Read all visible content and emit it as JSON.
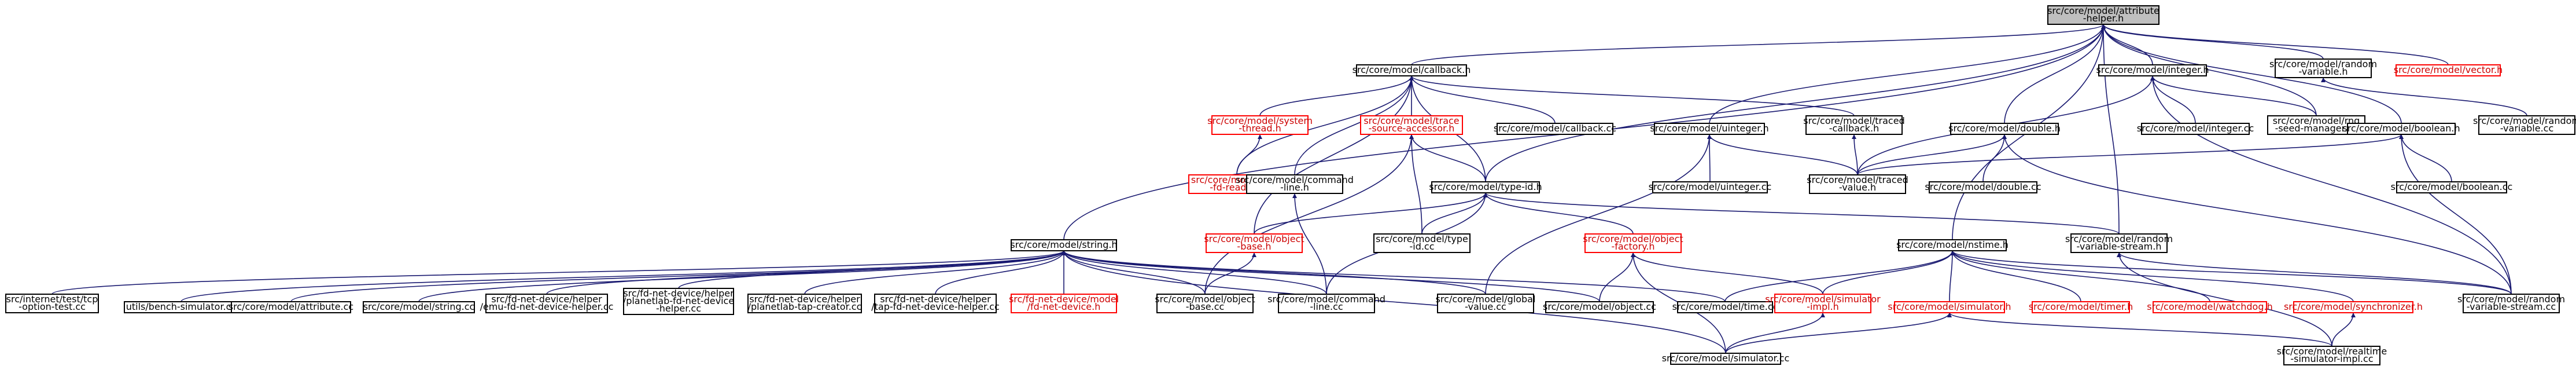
{
  "colors": {
    "edge": "#191970",
    "normal_border": "#000000",
    "link_border": "#ff0000",
    "root_fill": "#bfbfbf",
    "node_fill": "#ffffff",
    "link_text": "#cc0000",
    "text": "#000000"
  },
  "diagram": {
    "nodes": [
      {
        "id": "root",
        "lines": [
          "src/core/model/attribute",
          "-helper.h"
        ],
        "style": "root"
      },
      {
        "id": "callback_h",
        "lines": [
          "src/core/model/callback.h"
        ],
        "style": "normal"
      },
      {
        "id": "integer_h",
        "lines": [
          "src/core/model/integer.h"
        ],
        "style": "normal"
      },
      {
        "id": "random_variable_h",
        "lines": [
          "src/core/model/random",
          "-variable.h"
        ],
        "style": "normal"
      },
      {
        "id": "vector_h",
        "lines": [
          "src/core/model/vector.h"
        ],
        "style": "link"
      },
      {
        "id": "random_variable_cc",
        "lines": [
          "src/core/model/random",
          "-variable.cc"
        ],
        "style": "normal"
      },
      {
        "id": "system_thread_h",
        "lines": [
          "src/core/model/system",
          "-thread.h"
        ],
        "style": "link"
      },
      {
        "id": "trace_source_accessor_h",
        "lines": [
          "src/core/model/trace",
          "-source-accessor.h"
        ],
        "style": "link"
      },
      {
        "id": "callback_cc",
        "lines": [
          "src/core/model/callback.cc"
        ],
        "style": "normal"
      },
      {
        "id": "uinteger_h",
        "lines": [
          "src/core/model/uinteger.h"
        ],
        "style": "normal"
      },
      {
        "id": "traced_callback_h",
        "lines": [
          "src/core/model/traced",
          "-callback.h"
        ],
        "style": "normal"
      },
      {
        "id": "double_h",
        "lines": [
          "src/core/model/double.h"
        ],
        "style": "normal"
      },
      {
        "id": "integer_cc",
        "lines": [
          "src/core/model/integer.cc"
        ],
        "style": "normal"
      },
      {
        "id": "rng_seed_manager_cc",
        "lines": [
          "src/core/model/rng",
          "-seed-manager.cc"
        ],
        "style": "normal"
      },
      {
        "id": "boolean_h",
        "lines": [
          "src/core/model/boolean.h"
        ],
        "style": "normal"
      },
      {
        "id": "unix_fd_reader_h",
        "lines": [
          "src/core/model/unix",
          "-fd-reader.h"
        ],
        "style": "link"
      },
      {
        "id": "command_line_h",
        "lines": [
          "src/core/model/command",
          "-line.h"
        ],
        "style": "normal"
      },
      {
        "id": "type_id_h",
        "lines": [
          "src/core/model/type-id.h"
        ],
        "style": "normal"
      },
      {
        "id": "uinteger_cc",
        "lines": [
          "src/core/model/uinteger.cc"
        ],
        "style": "normal"
      },
      {
        "id": "traced_value_h",
        "lines": [
          "src/core/model/traced",
          "-value.h"
        ],
        "style": "normal"
      },
      {
        "id": "double_cc",
        "lines": [
          "src/core/model/double.cc"
        ],
        "style": "normal"
      },
      {
        "id": "boolean_cc",
        "lines": [
          "src/core/model/boolean.cc"
        ],
        "style": "normal"
      },
      {
        "id": "random_variable_stream_h",
        "lines": [
          "src/core/model/random",
          "-variable-stream.h"
        ],
        "style": "normal"
      },
      {
        "id": "string_h",
        "lines": [
          "src/core/model/string.h"
        ],
        "style": "normal"
      },
      {
        "id": "object_base_h",
        "lines": [
          "src/core/model/object",
          "-base.h"
        ],
        "style": "link"
      },
      {
        "id": "type_id_cc",
        "lines": [
          "src/core/model/type",
          "-id.cc"
        ],
        "style": "normal"
      },
      {
        "id": "object_factory_h",
        "lines": [
          "src/core/model/object",
          "-factory.h"
        ],
        "style": "link"
      },
      {
        "id": "nstime_h",
        "lines": [
          "src/core/model/nstime.h"
        ],
        "style": "normal"
      },
      {
        "id": "tcp_option_test_cc",
        "lines": [
          "src/internet/test/tcp",
          "-option-test.cc"
        ],
        "style": "normal"
      },
      {
        "id": "bench_simulator_cc",
        "lines": [
          "utils/bench-simulator.cc"
        ],
        "style": "normal"
      },
      {
        "id": "attribute_cc",
        "lines": [
          "src/core/model/attribute.cc"
        ],
        "style": "normal"
      },
      {
        "id": "string_cc",
        "lines": [
          "src/core/model/string.cc"
        ],
        "style": "normal"
      },
      {
        "id": "emu_fd_helper_cc",
        "lines": [
          "src/fd-net-device/helper",
          "/emu-fd-net-device-helper.cc"
        ],
        "style": "normal"
      },
      {
        "id": "planetlab_fd_helper_cc",
        "lines": [
          "src/fd-net-device/helper",
          "/planetlab-fd-net-device",
          "-helper.cc"
        ],
        "style": "normal"
      },
      {
        "id": "planetlab_tap_creator_cc",
        "lines": [
          "src/fd-net-device/helper",
          "/planetlab-tap-creator.cc"
        ],
        "style": "normal"
      },
      {
        "id": "tap_fd_helper_cc",
        "lines": [
          "src/fd-net-device/helper",
          "/tap-fd-net-device-helper.cc"
        ],
        "style": "normal"
      },
      {
        "id": "fd_net_device_h",
        "lines": [
          "src/fd-net-device/model",
          "/fd-net-device.h"
        ],
        "style": "link"
      },
      {
        "id": "object_base_cc",
        "lines": [
          "src/core/model/object",
          "-base.cc"
        ],
        "style": "normal"
      },
      {
        "id": "command_line_cc",
        "lines": [
          "src/core/model/command",
          "-line.cc"
        ],
        "style": "normal"
      },
      {
        "id": "global_value_cc",
        "lines": [
          "src/core/model/global",
          "-value.cc"
        ],
        "style": "normal"
      },
      {
        "id": "object_cc",
        "lines": [
          "src/core/model/object.cc"
        ],
        "style": "normal"
      },
      {
        "id": "time_cc",
        "lines": [
          "src/core/model/time.cc"
        ],
        "style": "normal"
      },
      {
        "id": "simulator_impl_h",
        "lines": [
          "src/core/model/simulator",
          "-impl.h"
        ],
        "style": "link"
      },
      {
        "id": "simulator_h",
        "lines": [
          "src/core/model/simulator.h"
        ],
        "style": "link"
      },
      {
        "id": "timer_h",
        "lines": [
          "src/core/model/timer.h"
        ],
        "style": "link"
      },
      {
        "id": "watchdog_h",
        "lines": [
          "src/core/model/watchdog.h"
        ],
        "style": "link"
      },
      {
        "id": "synchronizer_h",
        "lines": [
          "src/core/model/synchronizer.h"
        ],
        "style": "link"
      },
      {
        "id": "random_variable_stream_cc",
        "lines": [
          "src/core/model/random",
          "-variable-stream.cc"
        ],
        "style": "normal"
      },
      {
        "id": "simulator_cc",
        "lines": [
          "src/core/model/simulator.cc"
        ],
        "style": "normal"
      },
      {
        "id": "realtime_simulator_impl_cc",
        "lines": [
          "src/core/model/realtime",
          "-simulator-impl.cc"
        ],
        "style": "normal"
      }
    ],
    "edges": [
      [
        "callback_h",
        "root"
      ],
      [
        "integer_h",
        "root"
      ],
      [
        "random_variable_h",
        "root"
      ],
      [
        "vector_h",
        "root"
      ],
      [
        "uinteger_h",
        "root"
      ],
      [
        "double_h",
        "root"
      ],
      [
        "boolean_h",
        "root"
      ],
      [
        "type_id_h",
        "root"
      ],
      [
        "string_h",
        "root"
      ],
      [
        "nstime_h",
        "root"
      ],
      [
        "random_variable_stream_h",
        "root"
      ],
      [
        "rng_seed_manager_cc",
        "root"
      ],
      [
        "random_variable_cc",
        "random_variable_h"
      ],
      [
        "system_thread_h",
        "callback_h"
      ],
      [
        "trace_source_accessor_h",
        "callback_h"
      ],
      [
        "callback_cc",
        "callback_h"
      ],
      [
        "traced_callback_h",
        "callback_h"
      ],
      [
        "unix_fd_reader_h",
        "callback_h"
      ],
      [
        "command_line_h",
        "callback_h"
      ],
      [
        "type_id_h",
        "callback_h"
      ],
      [
        "object_base_h",
        "callback_h"
      ],
      [
        "integer_cc",
        "integer_h"
      ],
      [
        "rng_seed_manager_cc",
        "integer_h"
      ],
      [
        "traced_value_h",
        "integer_h"
      ],
      [
        "random_variable_stream_cc",
        "integer_h"
      ],
      [
        "unix_fd_reader_h",
        "system_thread_h"
      ],
      [
        "type_id_h",
        "trace_source_accessor_h"
      ],
      [
        "type_id_cc",
        "trace_source_accessor_h"
      ],
      [
        "object_base_cc",
        "trace_source_accessor_h"
      ],
      [
        "uinteger_cc",
        "uinteger_h"
      ],
      [
        "traced_value_h",
        "uinteger_h"
      ],
      [
        "global_value_cc",
        "uinteger_h"
      ],
      [
        "traced_value_h",
        "traced_callback_h"
      ],
      [
        "traced_value_h",
        "double_h"
      ],
      [
        "double_cc",
        "double_h"
      ],
      [
        "random_variable_stream_cc",
        "double_h"
      ],
      [
        "traced_value_h",
        "boolean_h"
      ],
      [
        "boolean_cc",
        "boolean_h"
      ],
      [
        "random_variable_stream_cc",
        "boolean_h"
      ],
      [
        "command_line_cc",
        "command_line_h"
      ],
      [
        "object_base_h",
        "type_id_h"
      ],
      [
        "type_id_cc",
        "type_id_h"
      ],
      [
        "object_factory_h",
        "type_id_h"
      ],
      [
        "random_variable_stream_h",
        "type_id_h"
      ],
      [
        "command_line_cc",
        "type_id_h"
      ],
      [
        "random_variable_stream_cc",
        "random_variable_stream_h"
      ],
      [
        "realtime_simulator_impl_cc",
        "random_variable_stream_h"
      ],
      [
        "tcp_option_test_cc",
        "string_h"
      ],
      [
        "bench_simulator_cc",
        "string_h"
      ],
      [
        "attribute_cc",
        "string_h"
      ],
      [
        "string_cc",
        "string_h"
      ],
      [
        "emu_fd_helper_cc",
        "string_h"
      ],
      [
        "planetlab_fd_helper_cc",
        "string_h"
      ],
      [
        "planetlab_tap_creator_cc",
        "string_h"
      ],
      [
        "tap_fd_helper_cc",
        "string_h"
      ],
      [
        "fd_net_device_h",
        "string_h"
      ],
      [
        "object_base_cc",
        "string_h"
      ],
      [
        "command_line_cc",
        "string_h"
      ],
      [
        "global_value_cc",
        "string_h"
      ],
      [
        "object_cc",
        "string_h"
      ],
      [
        "time_cc",
        "string_h"
      ],
      [
        "simulator_cc",
        "string_h"
      ],
      [
        "object_base_cc",
        "object_base_h"
      ],
      [
        "object_cc",
        "object_factory_h"
      ],
      [
        "simulator_impl_h",
        "object_factory_h"
      ],
      [
        "simulator_cc",
        "object_factory_h"
      ],
      [
        "time_cc",
        "nstime_h"
      ],
      [
        "simulator_impl_h",
        "nstime_h"
      ],
      [
        "simulator_h",
        "nstime_h"
      ],
      [
        "timer_h",
        "nstime_h"
      ],
      [
        "watchdog_h",
        "nstime_h"
      ],
      [
        "synchronizer_h",
        "nstime_h"
      ],
      [
        "random_variable_stream_cc",
        "nstime_h"
      ],
      [
        "simulator_cc",
        "simulator_impl_h"
      ],
      [
        "simulator_cc",
        "simulator_h"
      ],
      [
        "realtime_simulator_impl_cc",
        "simulator_h"
      ],
      [
        "realtime_simulator_impl_cc",
        "synchronizer_h"
      ]
    ]
  }
}
